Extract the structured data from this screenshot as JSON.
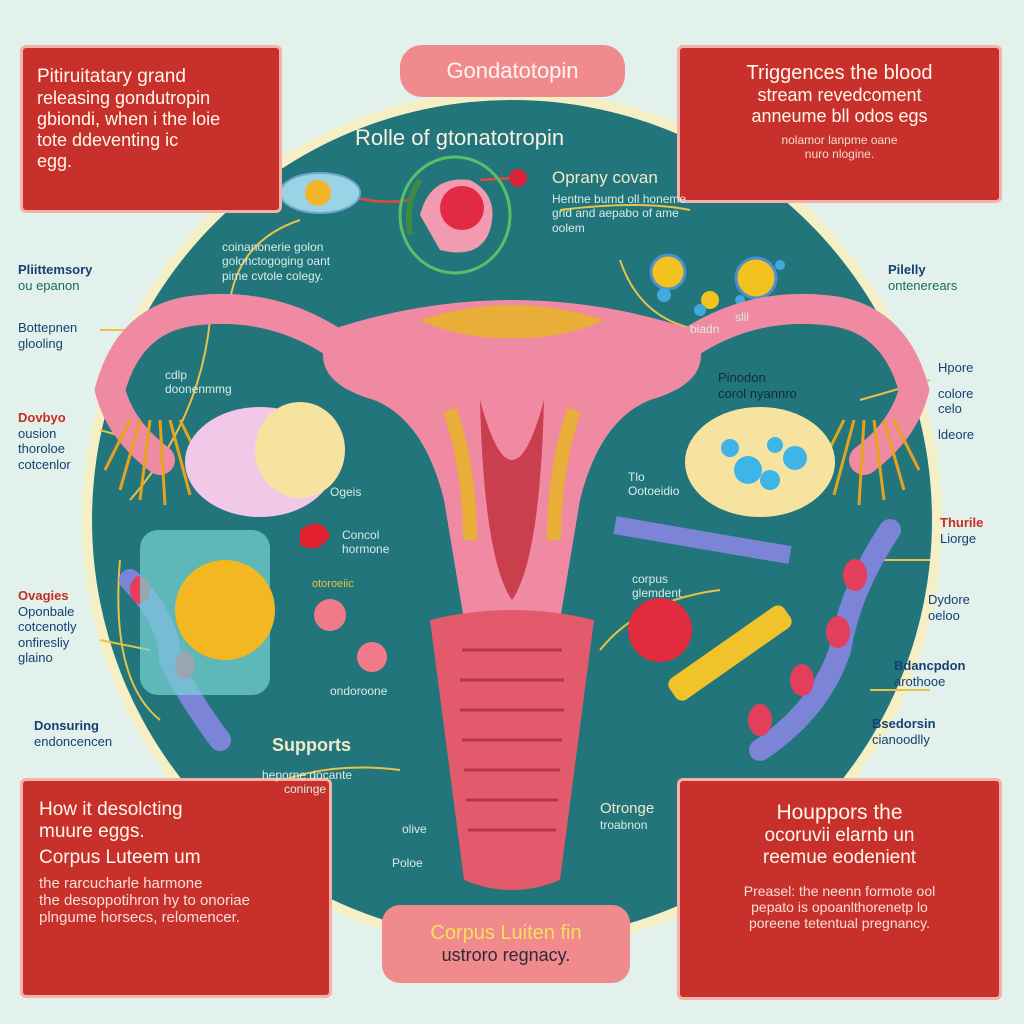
{
  "title_pill": "Gondatotopin",
  "circle_title": "Rolle of gtonatotropin",
  "top_left_box": {
    "lines": [
      "Pitiruitatary grand",
      "releasing gondutropin",
      "gbiondi, when i the loie",
      "tote ddeventing ic",
      "egg."
    ]
  },
  "top_right_box": {
    "lines": [
      "Triggences the blood",
      "stream revedcoment",
      "anneume bll odos egs"
    ],
    "note_lines": [
      "nolamor lanpme oane",
      "nuro nlogine."
    ]
  },
  "bottom_left_box": {
    "heading": "How it desolcting",
    "heading2": "muure eggs.",
    "subheading": "Corpus Luteem um",
    "lines": [
      "the rarcucharle harmone",
      "the desoppotihron hy to onoriae",
      "plngume horsecs, relomencer."
    ]
  },
  "bottom_right_box": {
    "heading": "Houppors the",
    "heading2": "ocoruvii elarnb un",
    "heading3": "reemue eodenient",
    "lines": [
      "Preasel: the neenn formote ool",
      "pepato is opoanlthorenetp lo",
      "poreene tetentual pregnancy."
    ]
  },
  "bottom_pill": {
    "line1": "Corpus Luiten fin",
    "line2": "ustroro regnacy."
  },
  "left_labels": [
    {
      "lines": [
        "Pliittemsory",
        "ou epanon"
      ]
    },
    {
      "lines": [
        "Bottepnen",
        "glooling"
      ]
    },
    {
      "lines": [
        "Dovbyo",
        "ousion",
        "thoroloe",
        "cotcenlor"
      ]
    },
    {
      "lines": [
        "Ovagies",
        "Oponbale",
        "cotcenotly",
        "onfiresliy",
        "glaino"
      ]
    },
    {
      "lines": [
        "Donsuring",
        "endoncencen"
      ]
    }
  ],
  "right_labels": [
    {
      "lines": [
        "Pilelly",
        "ontenerears"
      ]
    },
    {
      "lines": [
        "Hpore",
        "colore",
        "celo",
        "ldeore"
      ]
    },
    {
      "lines": [
        "Thurile",
        "Liorge"
      ]
    },
    {
      "lines": [
        "Dydore",
        "oeloo"
      ]
    },
    {
      "lines": [
        "Bdancpdon",
        "arothooe"
      ]
    },
    {
      "lines": [
        "Bsedorsin",
        "cianoodlly"
      ]
    }
  ],
  "inner_labels": {
    "oprany_heading": "Oprany covan",
    "oprany_lines": [
      "Hentne bumd oll honeme",
      "grid and aepabo of ame",
      "oolem"
    ],
    "top_mid_lines": [
      "coinanonerie golon",
      "golonctogoging oant",
      "pime cvtole colegy."
    ],
    "left_mid_lines": [
      "cdlp",
      "doonenmmg"
    ],
    "right_mid_lines": [
      "Pinodon",
      "corol nyannro"
    ],
    "bladh": "biadn",
    "slil": "slil",
    "ogeis": "Ogeis",
    "concol_lines": [
      "Concol",
      "hormone"
    ],
    "otc": "otoroeiic",
    "ondoroone": "ondoroone",
    "tio_lines": [
      "Tlo",
      "Ootoeidio"
    ],
    "corpus_lines": [
      "corpus",
      "glemdent"
    ],
    "supports": "Supports",
    "supports_lines": [
      "heporne docante",
      "coninge"
    ],
    "olive": "olive",
    "poloe": "Poloe",
    "otronge_lines": [
      "Otronge",
      "troabnon"
    ]
  },
  "colors": {
    "page_bg": "#e2f1ec",
    "circle_teal": "#22757b",
    "red_box": "#c8312b",
    "pink_pill": "#f08a8c",
    "uterus_pink": "#ef8aa2"
  }
}
